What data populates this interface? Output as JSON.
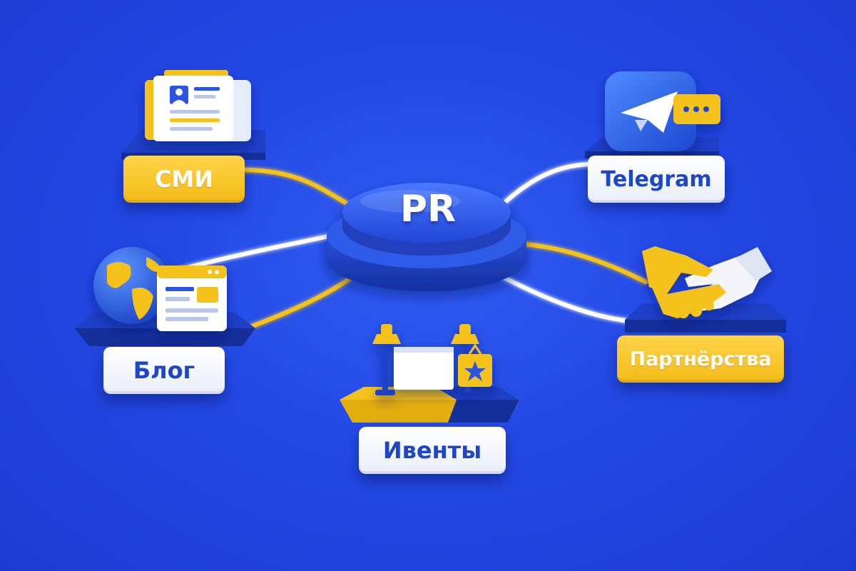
{
  "hub": {
    "label": "PR"
  },
  "nodes": {
    "smi": {
      "label": "СМИ",
      "icon": "newspaper-icon"
    },
    "telegram": {
      "label": "Telegram",
      "icon": "telegram-icon"
    },
    "blog": {
      "label": "Блог",
      "icon": "globe-browser-icon"
    },
    "events": {
      "label": "Ивенты",
      "icon": "event-stage-icon"
    },
    "partners": {
      "label": "Партнёрства",
      "icon": "handshake-icon"
    }
  },
  "colors": {
    "background": "#2348e4",
    "accent_yellow": "#f5c21b",
    "label_text_blue": "#1e46c8",
    "white": "#ffffff"
  }
}
